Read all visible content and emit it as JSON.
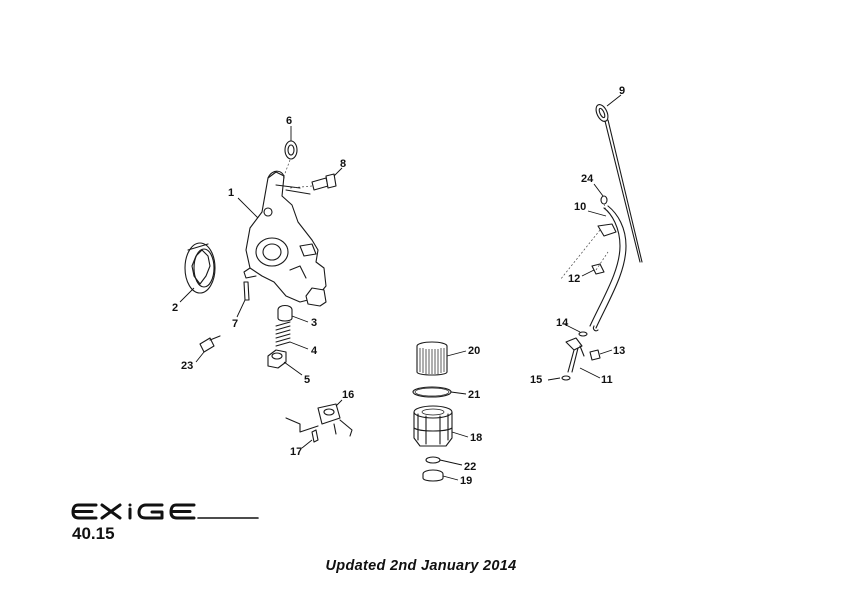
{
  "brand_logo": "EXIGE",
  "page_number": "40.15",
  "footer": "Updated 2nd January 2014",
  "callouts": [
    {
      "id": "1",
      "label": "1"
    },
    {
      "id": "2",
      "label": "2"
    },
    {
      "id": "3",
      "label": "3"
    },
    {
      "id": "4",
      "label": "4"
    },
    {
      "id": "5",
      "label": "5"
    },
    {
      "id": "6",
      "label": "6"
    },
    {
      "id": "7",
      "label": "7"
    },
    {
      "id": "8",
      "label": "8"
    },
    {
      "id": "9",
      "label": "9"
    },
    {
      "id": "10",
      "label": "10"
    },
    {
      "id": "11",
      "label": "11"
    },
    {
      "id": "12",
      "label": "12"
    },
    {
      "id": "13",
      "label": "13"
    },
    {
      "id": "14",
      "label": "14"
    },
    {
      "id": "15",
      "label": "15"
    },
    {
      "id": "16",
      "label": "16"
    },
    {
      "id": "17",
      "label": "17"
    },
    {
      "id": "18",
      "label": "18"
    },
    {
      "id": "19",
      "label": "19"
    },
    {
      "id": "20",
      "label": "20"
    },
    {
      "id": "21",
      "label": "21"
    },
    {
      "id": "22",
      "label": "22"
    },
    {
      "id": "23",
      "label": "23"
    },
    {
      "id": "24",
      "label": "24"
    }
  ]
}
